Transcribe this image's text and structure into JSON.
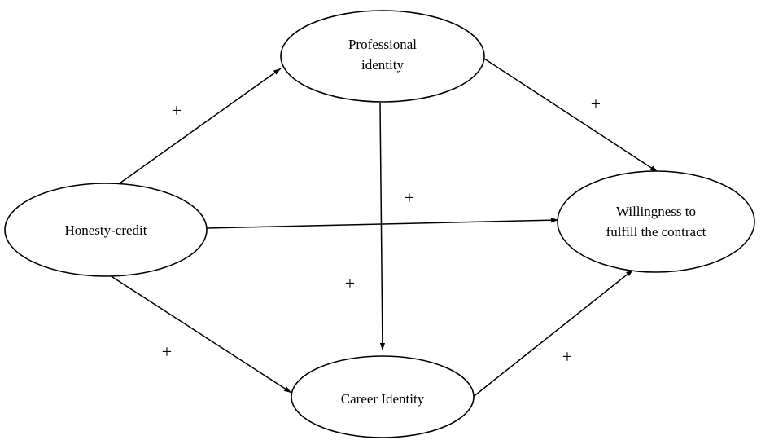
{
  "nodes": {
    "professional": {
      "line1": "Professional",
      "line2": "identity"
    },
    "honesty": {
      "label": "Honesty-credit"
    },
    "career": {
      "label": "Career Identity"
    },
    "willingness": {
      "line1": "Willingness to",
      "line2": "fulfill the contract"
    }
  },
  "edges": {
    "honesty_to_professional": {
      "sign": "+"
    },
    "professional_to_willingness": {
      "sign": "+"
    },
    "honesty_to_willingness": {
      "sign": "+"
    },
    "professional_to_career": {
      "sign": "+"
    },
    "honesty_to_career": {
      "sign": "+"
    },
    "career_to_willingness": {
      "sign": "+"
    }
  },
  "colors": {
    "line": "#000000",
    "fill": "#ffffff"
  }
}
